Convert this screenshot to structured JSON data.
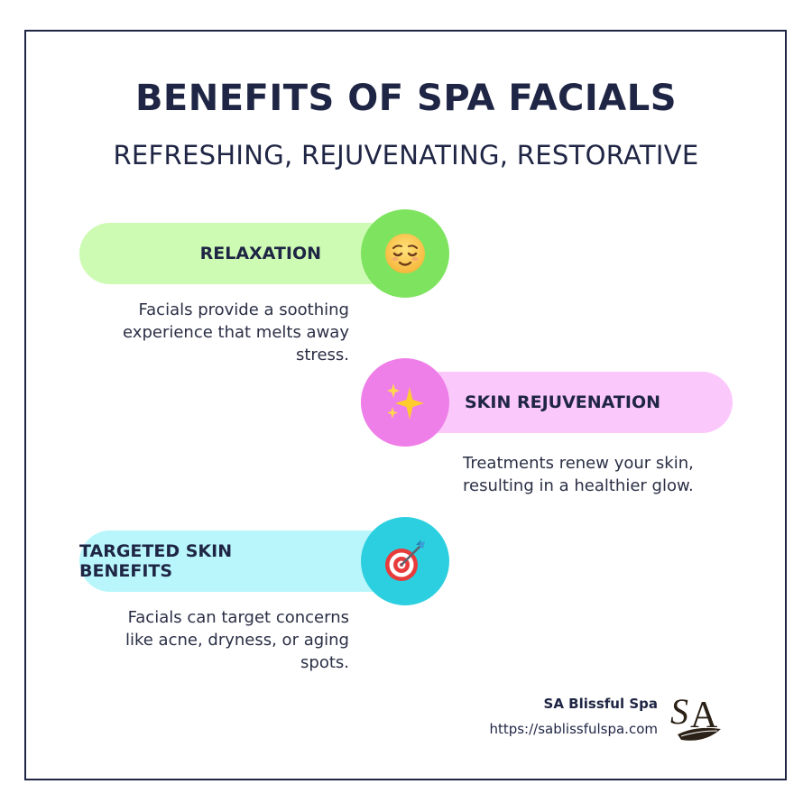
{
  "header": {
    "title": "BENEFITS OF SPA FACIALS",
    "subtitle": "REFRESHING, REJUVENATING, RESTORATIVE"
  },
  "benefits": [
    {
      "title": "RELAXATION",
      "icon": "relieved-face-icon",
      "description_lines": [
        "Facials provide a soothing",
        "experience that melts away",
        "stress."
      ],
      "pill_color": "#cdfbb3",
      "circle_color": "#7ee35f"
    },
    {
      "title": "SKIN REJUVENATION",
      "icon": "sparkles-icon",
      "description_lines": [
        "Treatments renew your skin,",
        "resulting in a healthier glow."
      ],
      "pill_color": "#fbc8fb",
      "circle_color": "#ef7fe8"
    },
    {
      "title": "TARGETED SKIN BENEFITS",
      "icon": "bullseye-dart-icon",
      "description_lines": [
        "Facials can target concerns",
        "like acne, dryness, or aging",
        "spots."
      ],
      "pill_color": "#b8f6fb",
      "circle_color": "#2ccfe0"
    }
  ],
  "footer": {
    "brand_name": "SA Blissful Spa",
    "url": "https://sablissfulspa.com",
    "logo_text": "SA"
  },
  "colors": {
    "text": "#1f2544",
    "border": "#1f2544"
  }
}
